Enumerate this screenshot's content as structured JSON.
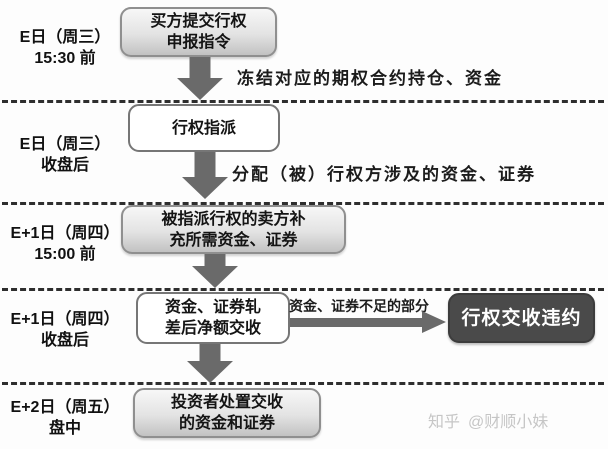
{
  "diagram": {
    "title_semantic": "option-exercise-settlement-flowchart",
    "timeline": [
      {
        "line1": "E日（周三）",
        "line2": "15:30 前"
      },
      {
        "line1": "E日（周三）",
        "line2": "收盘后"
      },
      {
        "line1": "E+1日（周四）",
        "line2": "15:00 前"
      },
      {
        "line1": "E+1日（周四）",
        "line2": "收盘后"
      },
      {
        "line1": "E+2日（周五）",
        "line2": "盘中"
      }
    ],
    "boxes": {
      "submit": {
        "line1": "买方提交行权",
        "line2": "申报指令"
      },
      "assign": {
        "label": "行权指派"
      },
      "replenish": {
        "line1": "被指派行权的卖方补",
        "line2": "充所需资金、证券"
      },
      "netting": {
        "line1": "资金、证券轧",
        "line2": "差后净额交收"
      },
      "default": {
        "label": "行权交收违约"
      },
      "dispose": {
        "line1": "投资者处置交收",
        "line2": "的资金和证券"
      }
    },
    "annotations": {
      "freeze": "冻结对应的期权合约持仓、资金",
      "allocate": "分配（被）行权方涉及的资金、证券",
      "insufficient": "资金、证券不足的部分"
    }
  },
  "watermark": {
    "brand": "知乎",
    "handle": "@财顺小妹"
  },
  "colors": {
    "background": "#fdfdfd",
    "box_gray_top": "#f7f7f7",
    "box_gray_bottom": "#c2c2c2",
    "box_border": "#8f8f8f",
    "box_dark": "#4a4a4a",
    "arrow": "#6a6a6a",
    "dashed_line": "#2e2e2e",
    "text": "#1c1c1c",
    "watermark_text": "#c6c6c6"
  }
}
